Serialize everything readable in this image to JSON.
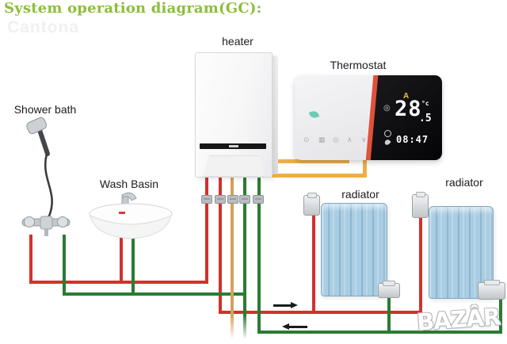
{
  "title": "System operation diagram(GC):",
  "watermarks": {
    "top_left": "Cantona",
    "bottom_right": "BAZÂR"
  },
  "labels": {
    "heater": "heater",
    "thermostat": "Thermostat",
    "shower": "Shower bath",
    "wash_basin": "Wash Basin",
    "radiator_left": "radiator",
    "radiator_right": "radiator"
  },
  "thermostat": {
    "mode_indicator": "A",
    "temp_int": "28",
    "temp_dec": ".5",
    "temp_unit": "°c",
    "time": "08:47",
    "button_glyphs": {
      "power": "⊙",
      "schedule": "▦",
      "mode": "◎",
      "up": "∧",
      "down": "∨"
    }
  },
  "colors": {
    "title_green": "#8cbe3b",
    "supply_pipe_red": "#d3312c",
    "return_pipe_green": "#2b7b33",
    "gas_pipe_orange": "#d99f5b",
    "thermostat_wire_orange": "#efae45",
    "thermostat_accent_orange": "#e0503a",
    "thermostat_screen_black": "#0c0c0e",
    "display_yellow": "#e8c64b",
    "radiator_blue": "#a9cde2"
  }
}
